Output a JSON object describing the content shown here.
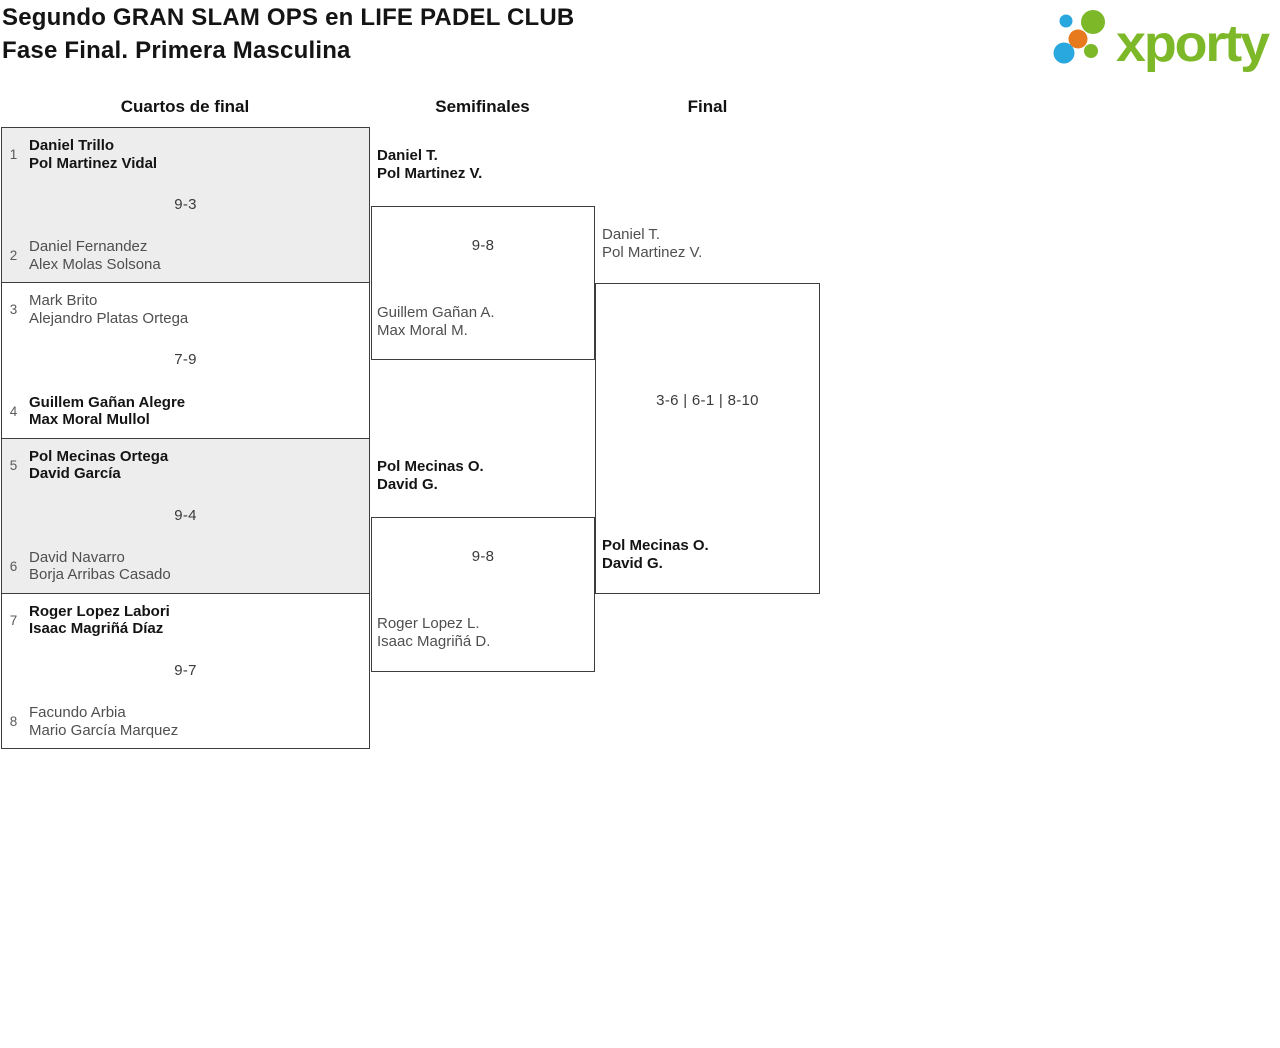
{
  "title": {
    "line1": "Segundo GRAN SLAM OPS en LIFE PADEL CLUB",
    "line2": "Fase Final. Primera Masculina"
  },
  "logo": {
    "text": "xporty",
    "green": "#7cb828",
    "blue": "#29a8e0",
    "orange": "#e87a1e"
  },
  "rounds": {
    "quarterfinals": "Cuartos de final",
    "semifinals": "Semifinales",
    "final": "Final"
  },
  "qf": {
    "matches": [
      {
        "seed1": "1",
        "team1": {
          "p1": "Daniel Trillo",
          "p2": "Pol Martinez Vidal",
          "winner": true
        },
        "score": "9-3",
        "seed2": "2",
        "team2": {
          "p1": "Daniel Fernandez",
          "p2": "Alex Molas Solsona",
          "winner": false
        }
      },
      {
        "seed1": "3",
        "team1": {
          "p1": "Mark Brito",
          "p2": "Alejandro Platas Ortega",
          "winner": false
        },
        "score": "7-9",
        "seed2": "4",
        "team2": {
          "p1": "Guillem Gañan Alegre",
          "p2": "Max Moral Mullol",
          "winner": true
        }
      },
      {
        "seed1": "5",
        "team1": {
          "p1": "Pol Mecinas Ortega",
          "p2": "David García",
          "winner": true
        },
        "score": "9-4",
        "seed2": "6",
        "team2": {
          "p1": "David Navarro",
          "p2": "Borja Arribas Casado",
          "winner": false
        }
      },
      {
        "seed1": "7",
        "team1": {
          "p1": "Roger Lopez Labori",
          "p2": "Isaac Magriñá Díaz",
          "winner": true
        },
        "score": "9-7",
        "seed2": "8",
        "team2": {
          "p1": "Facundo Arbia",
          "p2": "Mario García Marquez",
          "winner": false
        }
      }
    ]
  },
  "sf": {
    "matches": [
      {
        "team1": {
          "p1": "Daniel T.",
          "p2": "Pol Martinez V.",
          "winner": true
        },
        "score": "9-8",
        "team2": {
          "p1": "Guillem Gañan A.",
          "p2": "Max Moral M.",
          "winner": false
        }
      },
      {
        "team1": {
          "p1": "Pol Mecinas O.",
          "p2": "David G.",
          "winner": true
        },
        "score": "9-8",
        "team2": {
          "p1": "Roger Lopez L.",
          "p2": "Isaac Magriñá D.",
          "winner": false
        }
      }
    ]
  },
  "final": {
    "match": {
      "team1": {
        "p1": "Daniel T.",
        "p2": "Pol Martinez V.",
        "winner": false
      },
      "score": "3-6 | 6-1 | 8-10",
      "team2": {
        "p1": "Pol Mecinas O.",
        "p2": "David G.",
        "winner": true
      }
    }
  },
  "colors": {
    "border": "#3d3d3d",
    "row_shade": "#ededed",
    "winner_text": "#141414",
    "loser_text": "#4f4f4f",
    "score_text": "#3a3a3a"
  }
}
